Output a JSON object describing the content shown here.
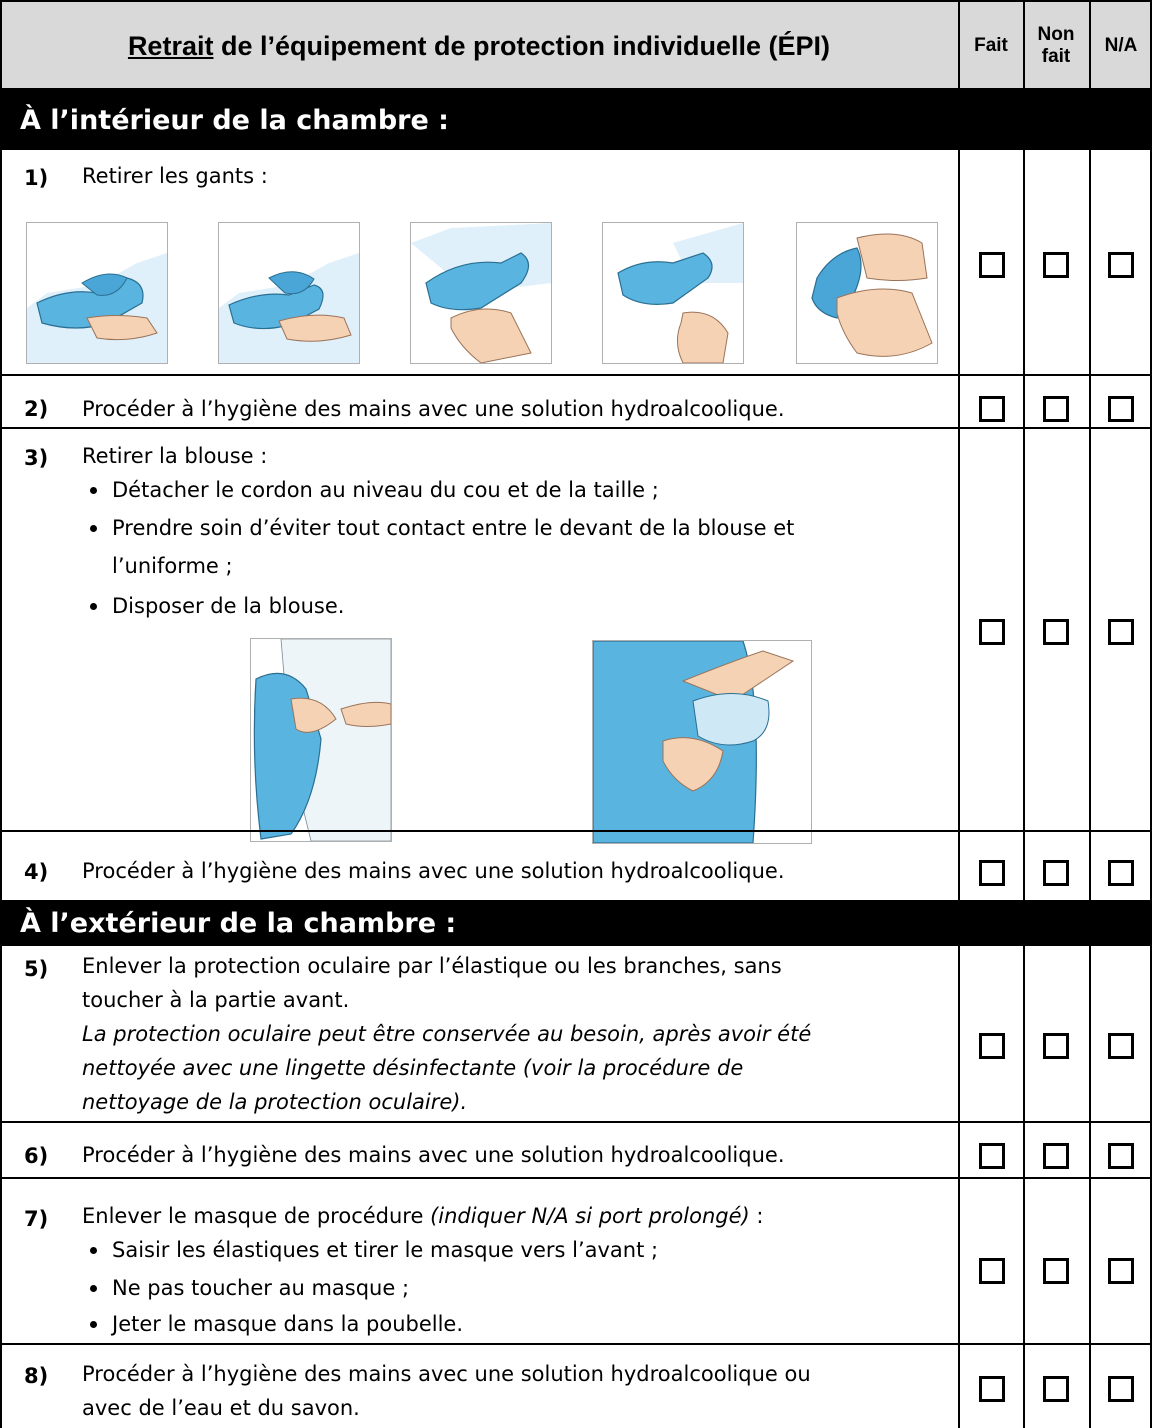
{
  "header": {
    "title_underlined": "Retrait",
    "title_rest": " de l’équipement de protection individuelle (ÉPI)",
    "col_fait": "Fait",
    "col_non_fait_1": "Non",
    "col_non_fait_2": "fait",
    "col_na": "N/A"
  },
  "sections": {
    "inside": "À l’intérieur de la chambre :",
    "outside": "À l’extérieur de la chambre :"
  },
  "steps": {
    "s1": {
      "num": "1)",
      "text": "Retirer les gants :"
    },
    "s2": {
      "num": "2)",
      "text": "Procéder à l’hygiène des mains avec une solution hydroalcoolique."
    },
    "s3": {
      "num": "3)",
      "text": "Retirer la blouse :",
      "b1": "Détacher le cordon au niveau du cou et de la taille ;",
      "b2a": "Prendre soin d’éviter tout contact entre le devant de la blouse et",
      "b2b": "l’uniforme ;",
      "b3": "Disposer de la blouse."
    },
    "s4": {
      "num": "4)",
      "text": "Procéder à l’hygiène des mains avec une solution hydroalcoolique."
    },
    "s5": {
      "num": "5)",
      "l1": "Enlever la protection oculaire par l’élastique ou les branches, sans",
      "l2": "toucher à la partie avant.",
      "i1": "La protection oculaire peut être conservée au besoin, après avoir été",
      "i2": "nettoyée avec une lingette désinfectante (voir la procédure de",
      "i3": "nettoyage de la protection oculaire)."
    },
    "s6": {
      "num": "6)",
      "text": "Procéder à l’hygiène des mains avec une solution hydroalcoolique."
    },
    "s7": {
      "num": "7)",
      "text": "Enlever le masque de procédure ",
      "italic": "(indiquer N/A si port prolongé)",
      "tail": " :",
      "b1": "Saisir les élastiques et tirer le masque vers l’avant ;",
      "b2": "Ne pas toucher au masque ;",
      "b3": "Jeter le masque dans la poubelle."
    },
    "s8": {
      "num": "8)",
      "l1": "Procéder à l’hygiène des mains avec une solution hydroalcoolique ou",
      "l2": "avec de l’eau et du savon."
    }
  },
  "colors": {
    "header_bg": "#d9d9d9",
    "section_bg": "#000000",
    "glove_blue": "#5ab4e0",
    "skin": "#f6d2b4"
  },
  "illustrations": [
    "glove-removal-step-1",
    "glove-removal-step-2",
    "glove-removal-step-3",
    "glove-removal-step-4",
    "glove-removal-step-5",
    "gown-removal-step-1",
    "gown-removal-step-2"
  ]
}
